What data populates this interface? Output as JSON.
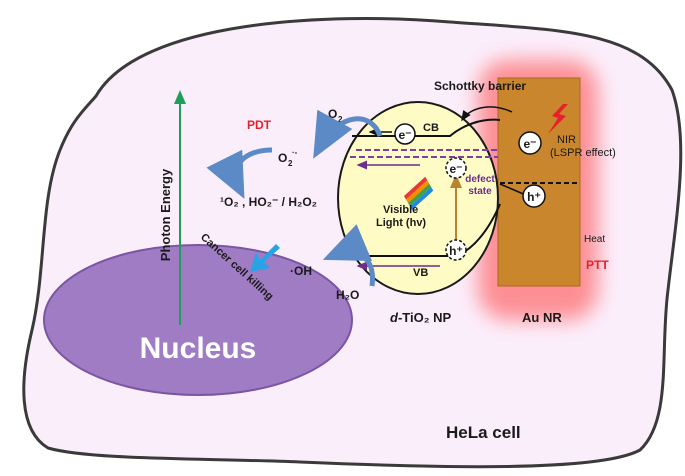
{
  "labels": {
    "pdt": "PDT",
    "ptt": "PTT",
    "o2": "O",
    "o2_sub": "2",
    "superoxide": "O",
    "superoxide_sub": "2",
    "superoxide_sup": "·-",
    "ros_list": "¹O₂ , HO₂⁻ / H₂O₂",
    "photon_energy": "Photon Energy",
    "cancer_cell_killing": "Cancer cell killing",
    "hydroxyl": "·OH",
    "water": "H₂O",
    "schottky_barrier": "Schottky barrier",
    "cb": "CB",
    "vb": "VB",
    "electron": "e⁻",
    "hole": "h⁺",
    "defect_state": "defect\nstate",
    "defect_line1": "defect",
    "defect_line2": "state",
    "visible_light_line1": "Visible",
    "visible_light_line2": "Light (hv)",
    "nir_line1": "NIR",
    "nir_line2": "(LSPR effect)",
    "heat": "Heat",
    "d_tio2_italic": "d",
    "d_tio2_rest": "-TiO₂ NP",
    "au_nr": "Au NR",
    "nucleus": "Nucleus",
    "hela_cell": "HeLa cell"
  },
  "colors": {
    "cell_fill": "#fbeefb",
    "nucleus_fill": "#a07cc4",
    "tio2_fill": "#fffbc4",
    "gold": "#c9862d",
    "glow": "#ff4d4d",
    "arrow_blue": "#5b8ac6",
    "photon_green": "#1f9e5a",
    "highlight_red": "#e8202a",
    "defect_purple": "#6b2d8e"
  }
}
